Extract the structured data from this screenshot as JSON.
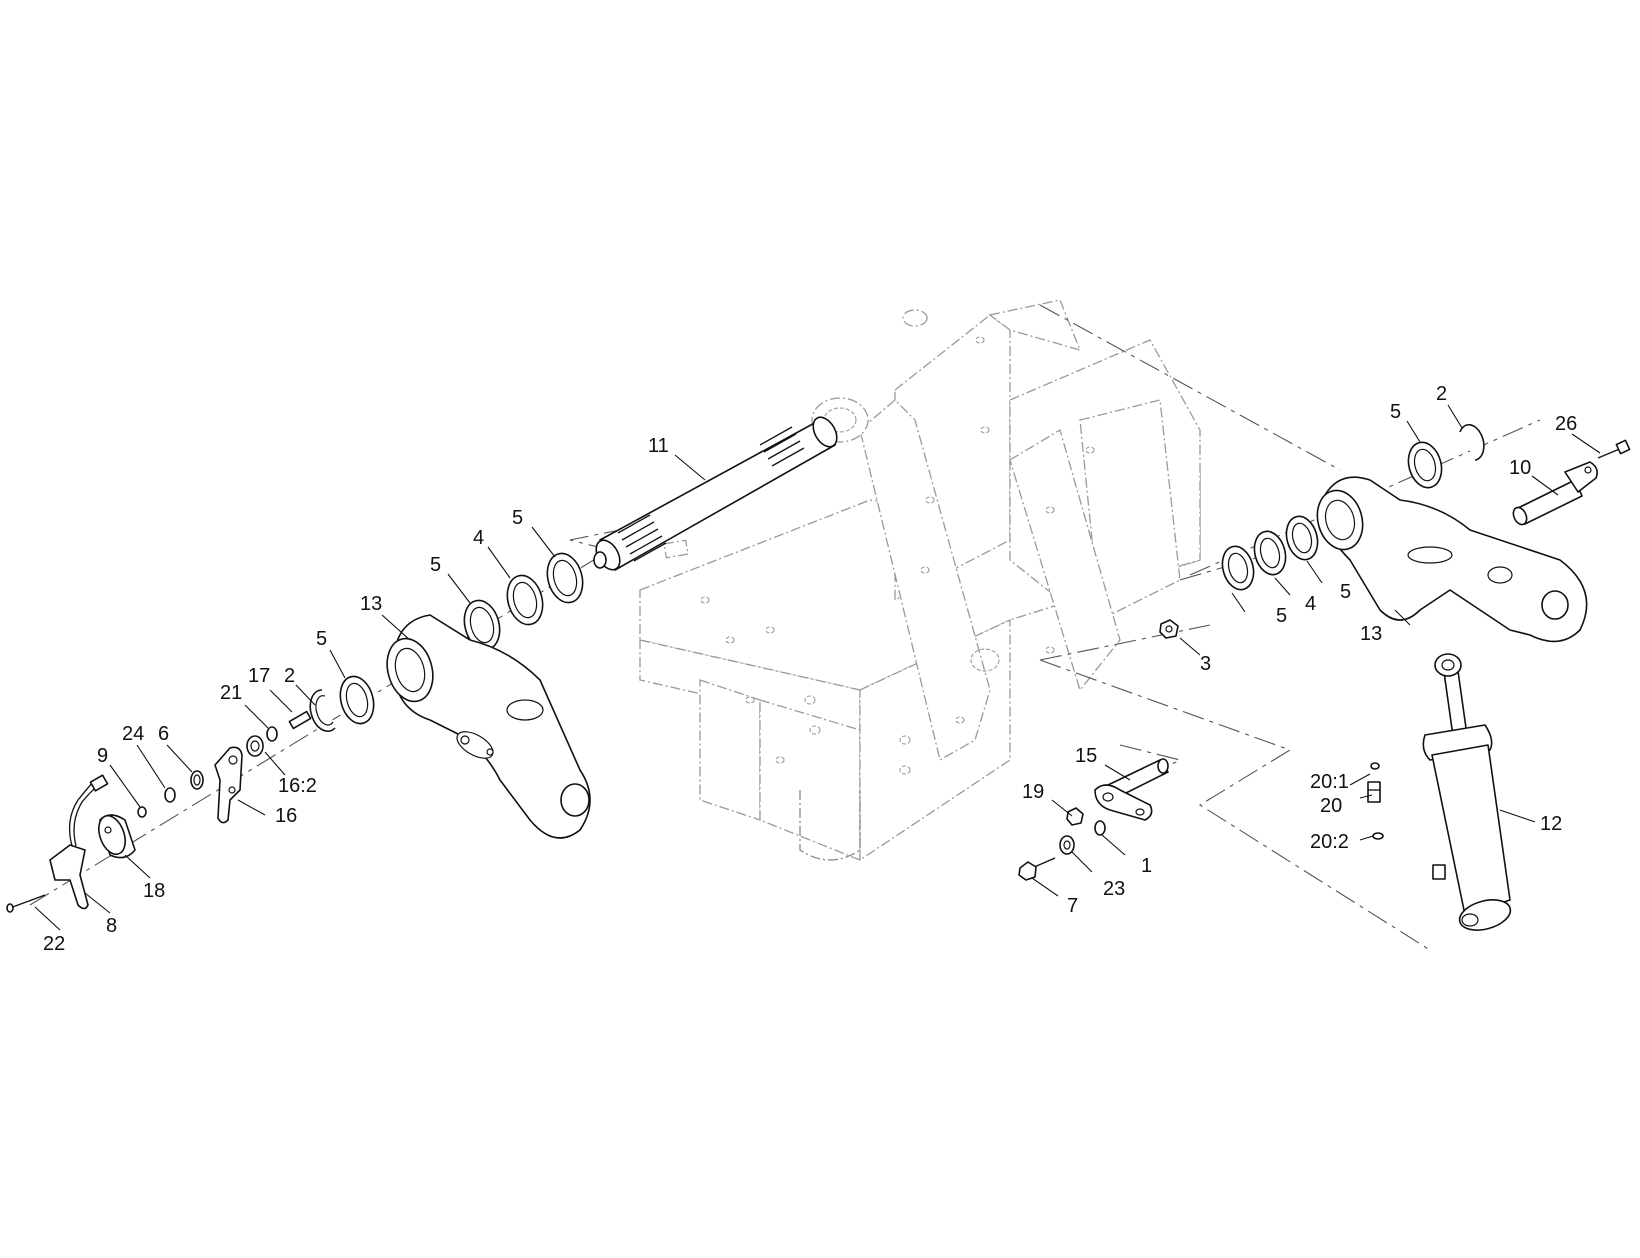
{
  "diagram": {
    "callouts": [
      {
        "id": "c-11",
        "label": "11"
      },
      {
        "id": "c-5a",
        "label": "5"
      },
      {
        "id": "c-4a",
        "label": "4"
      },
      {
        "id": "c-5b",
        "label": "5"
      },
      {
        "id": "c-13a",
        "label": "13"
      },
      {
        "id": "c-5c",
        "label": "5"
      },
      {
        "id": "c-2a",
        "label": "2"
      },
      {
        "id": "c-17",
        "label": "17"
      },
      {
        "id": "c-21",
        "label": "21"
      },
      {
        "id": "c-16-2",
        "label": "16:2"
      },
      {
        "id": "c-16",
        "label": "16"
      },
      {
        "id": "c-6",
        "label": "6"
      },
      {
        "id": "c-24",
        "label": "24"
      },
      {
        "id": "c-9",
        "label": "9"
      },
      {
        "id": "c-18",
        "label": "18"
      },
      {
        "id": "c-8",
        "label": "8"
      },
      {
        "id": "c-22",
        "label": "22"
      },
      {
        "id": "c-5d",
        "label": "5"
      },
      {
        "id": "c-2b",
        "label": "2"
      },
      {
        "id": "c-26",
        "label": "26"
      },
      {
        "id": "c-10",
        "label": "10"
      },
      {
        "id": "c-5e",
        "label": "5"
      },
      {
        "id": "c-4b",
        "label": "4"
      },
      {
        "id": "c-5f",
        "label": "5"
      },
      {
        "id": "c-13b",
        "label": "13"
      },
      {
        "id": "c-3",
        "label": "3"
      },
      {
        "id": "c-15",
        "label": "15"
      },
      {
        "id": "c-19",
        "label": "19"
      },
      {
        "id": "c-1",
        "label": "1"
      },
      {
        "id": "c-23",
        "label": "23"
      },
      {
        "id": "c-7",
        "label": "7"
      },
      {
        "id": "c-20-1",
        "label": "20:1"
      },
      {
        "id": "c-20",
        "label": "20"
      },
      {
        "id": "c-20-2",
        "label": "20:2"
      },
      {
        "id": "c-12",
        "label": "12"
      }
    ]
  }
}
